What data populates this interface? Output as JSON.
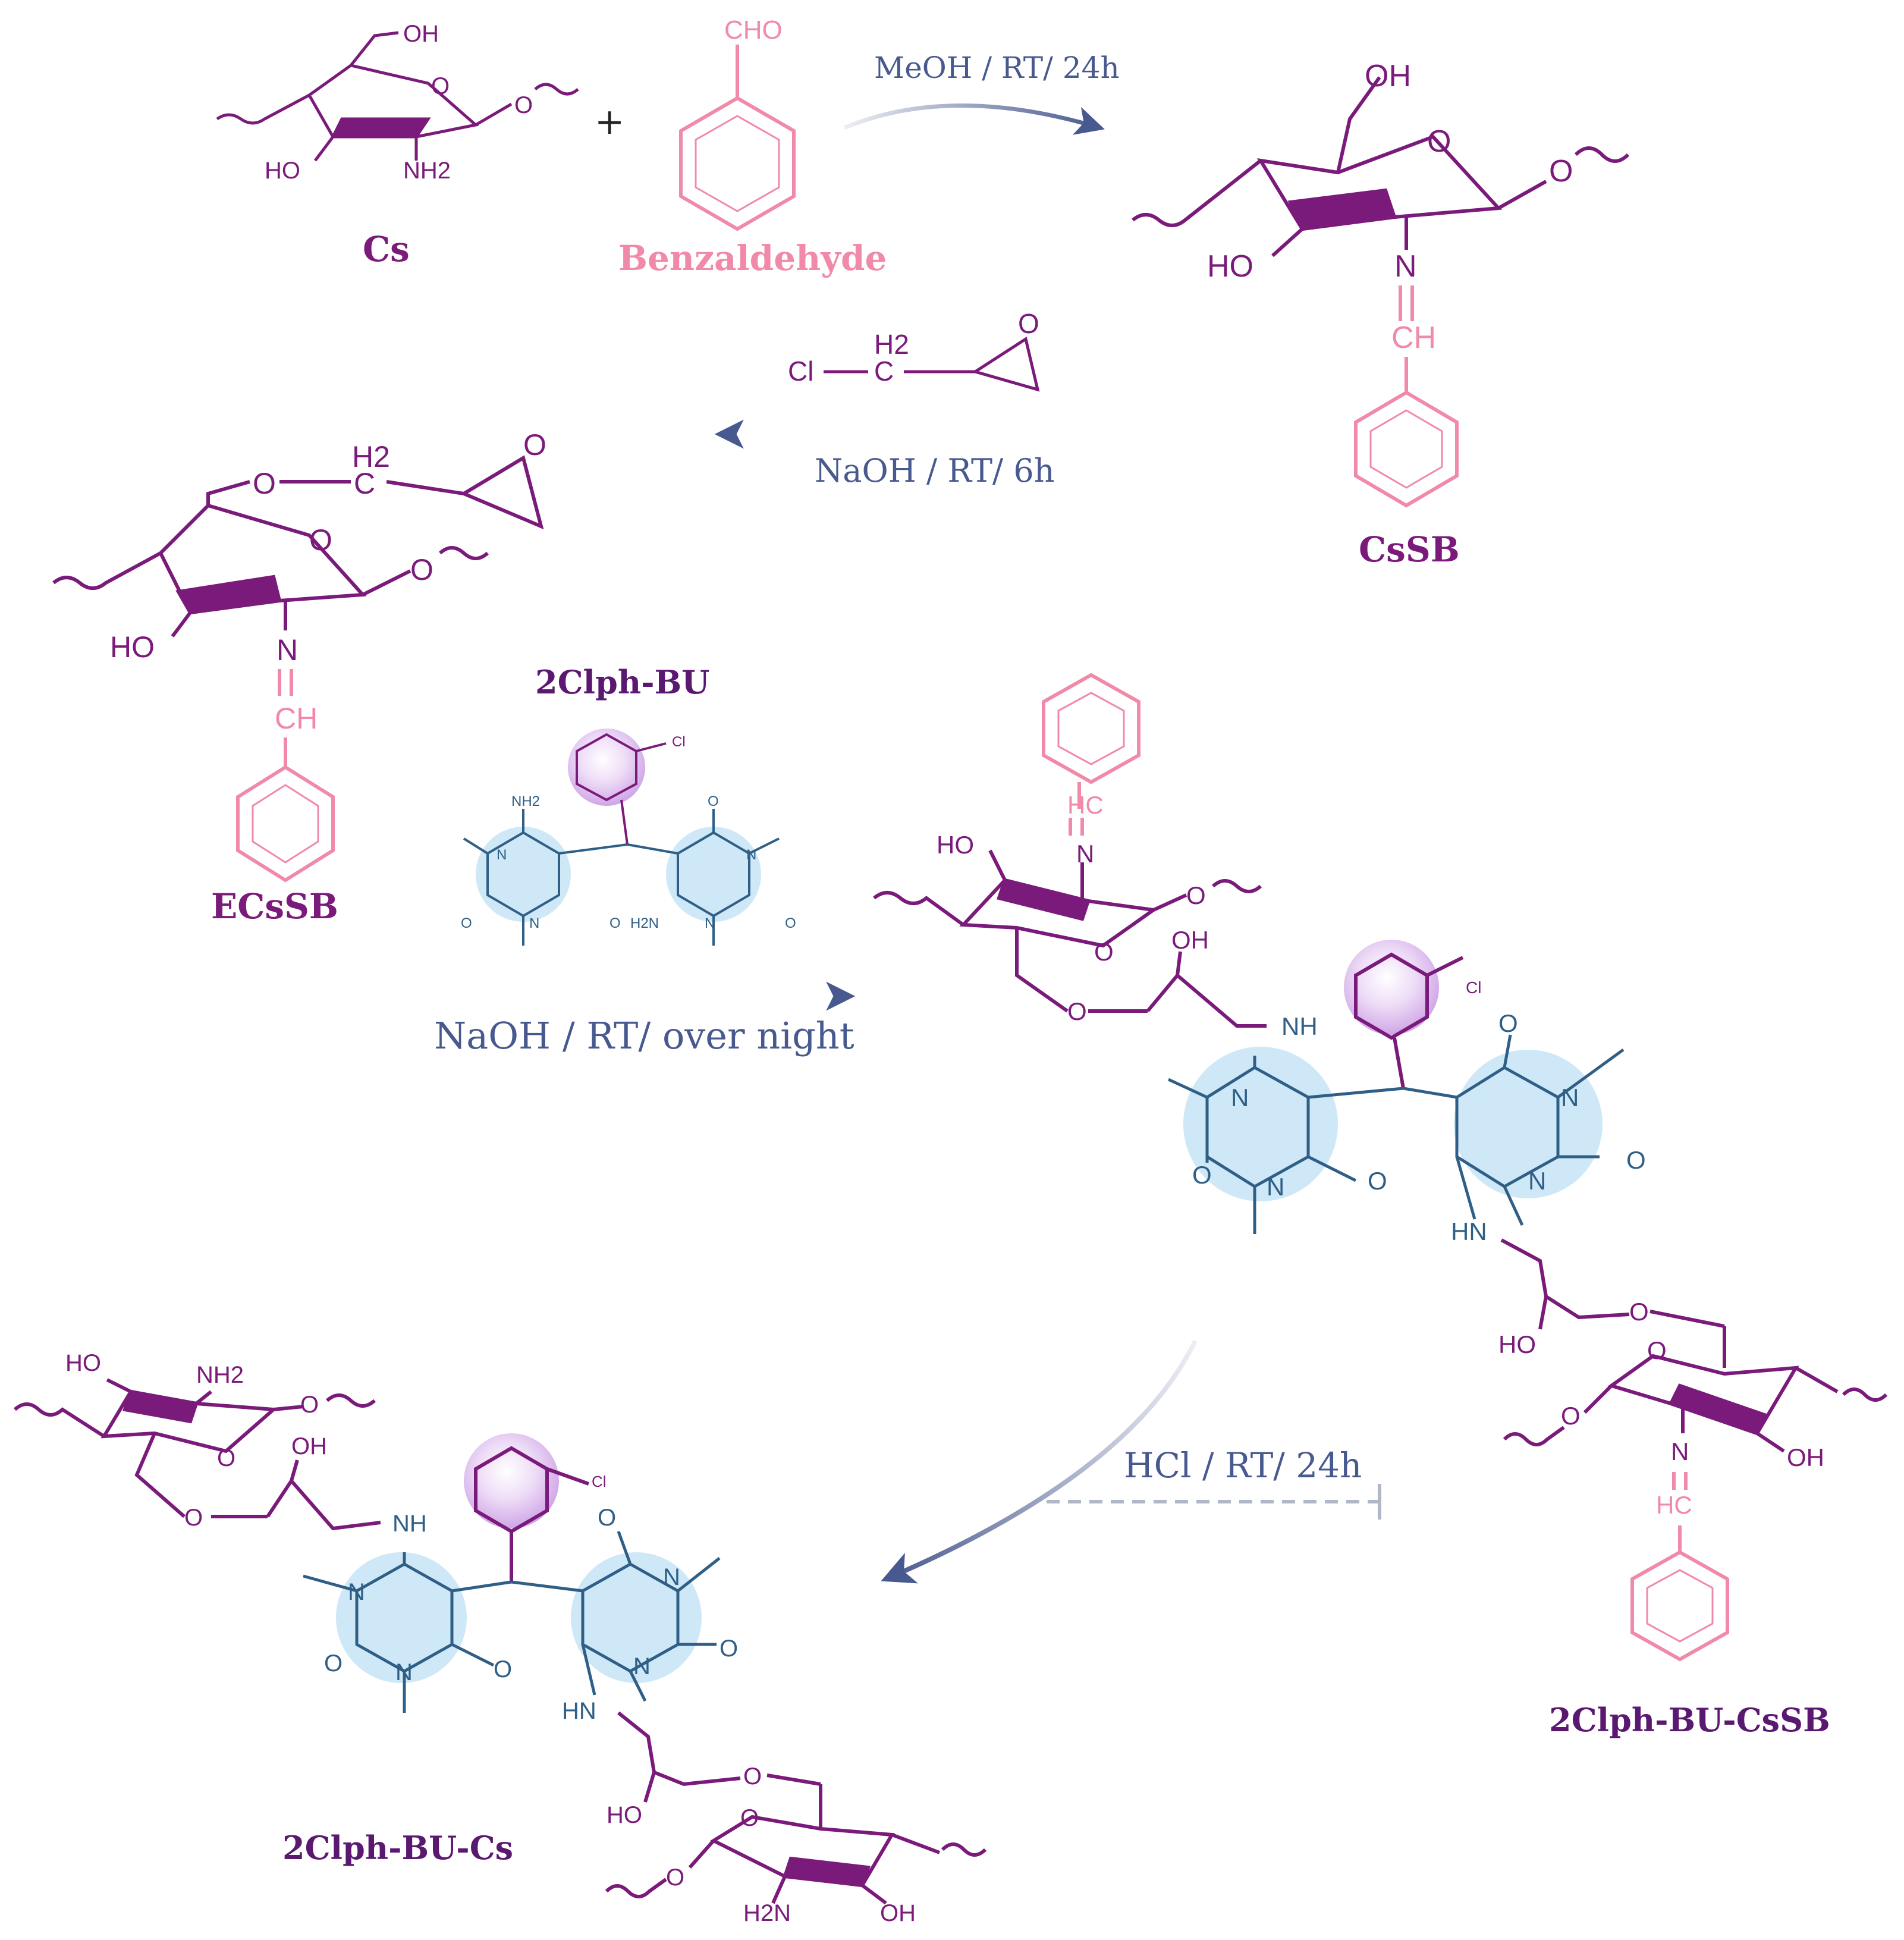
{
  "colors": {
    "purple": "#7a1a7a",
    "pink": "#f08aa8",
    "blue_struct": "#2f5f86",
    "blue_ring": "#cfe8f7",
    "arrow": "#48598f",
    "lavender_ring": "#d9b6ee"
  },
  "compounds": {
    "cs": "Cs",
    "benzaldehyde": "Benzaldehyde",
    "cssb": "CsSB",
    "ecssb": "ECsSB",
    "clph_bu": "2Clph-BU",
    "clph_bu_cssb": "2Clph-BU-CsSB",
    "clph_bu_cs": "2Clph-BU-Cs"
  },
  "conditions": {
    "step1": "MeOH / RT/ 24h",
    "step2": "NaOH / RT/ 6h",
    "step3": "NaOH / RT/ over night",
    "step4": "HCl / RT/ 24h"
  },
  "symbols": {
    "plus": "+"
  },
  "atoms": {
    "oh": "OH",
    "ho": "HO",
    "o": "O",
    "nh2": "NH2",
    "h2n": "H2N",
    "cho": "CHO",
    "n": "N",
    "ch": "CH",
    "hc": "HC",
    "cl": "Cl",
    "c": "C",
    "h2": "H2",
    "nh": "NH",
    "hn": "HN"
  }
}
